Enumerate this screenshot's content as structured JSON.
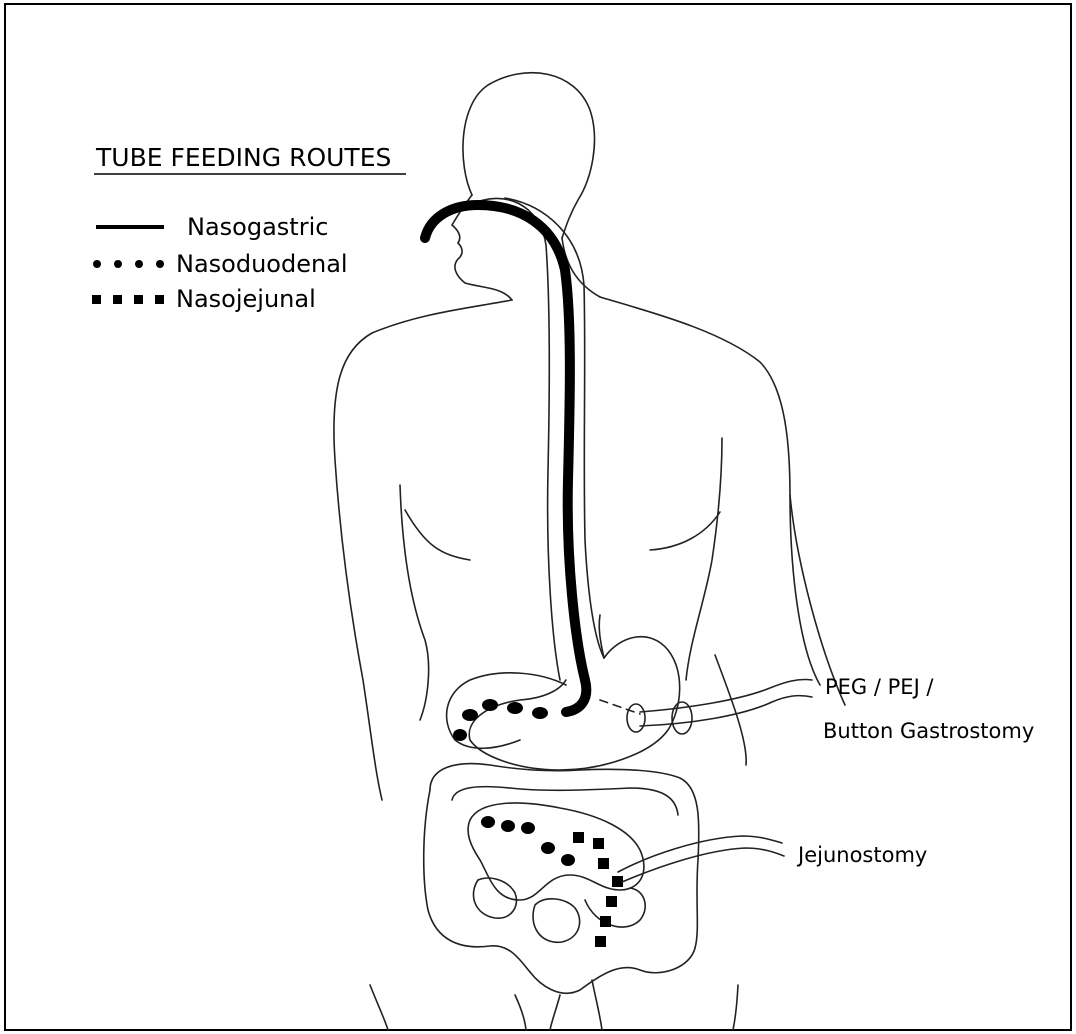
{
  "legend": {
    "title": "TUBE FEEDING ROUTES",
    "items": [
      {
        "style": "solid",
        "label": "Nasogastric"
      },
      {
        "style": "dots",
        "label": "Nasoduodenal"
      },
      {
        "style": "squares",
        "label": "Nasojejunal"
      }
    ]
  },
  "callouts": {
    "peg_line1": "PEG / PEJ /",
    "peg_line2": "Button Gastrostomy",
    "jejunostomy": "Jejunostomy"
  },
  "colors": {
    "ink": "#000000",
    "background": "#ffffff"
  }
}
